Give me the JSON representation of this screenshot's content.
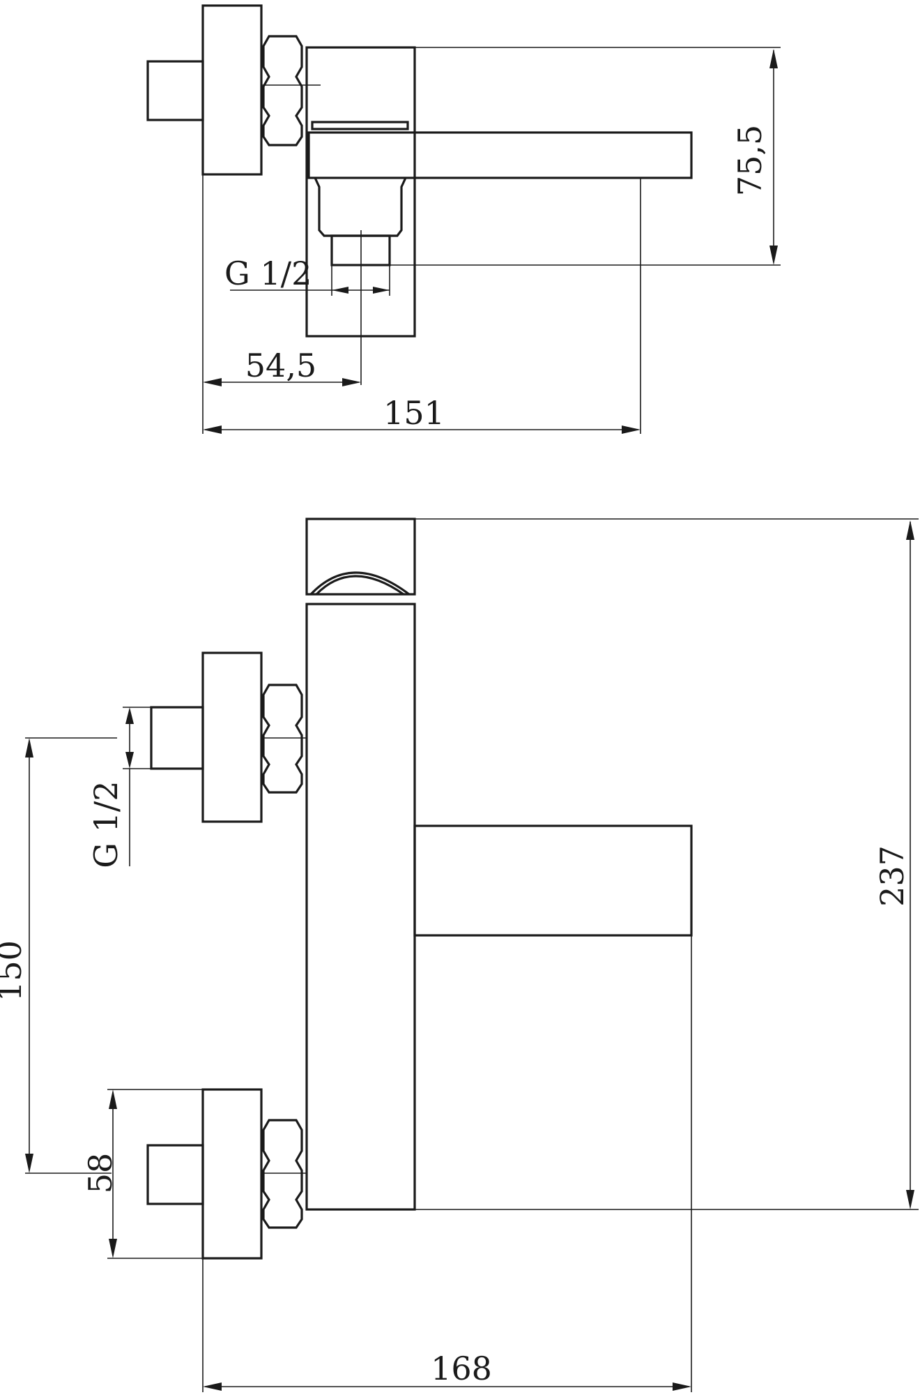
{
  "top_view": {
    "dim_height": "75,5",
    "dim_thread": "G 1/2",
    "dim_outlet_offset": "54,5",
    "dim_projection": "151"
  },
  "front_view": {
    "dim_total_height": "237",
    "dim_inlet_spacing": "150",
    "dim_thread": "G 1/2",
    "dim_flange": "58",
    "dim_width": "168"
  }
}
